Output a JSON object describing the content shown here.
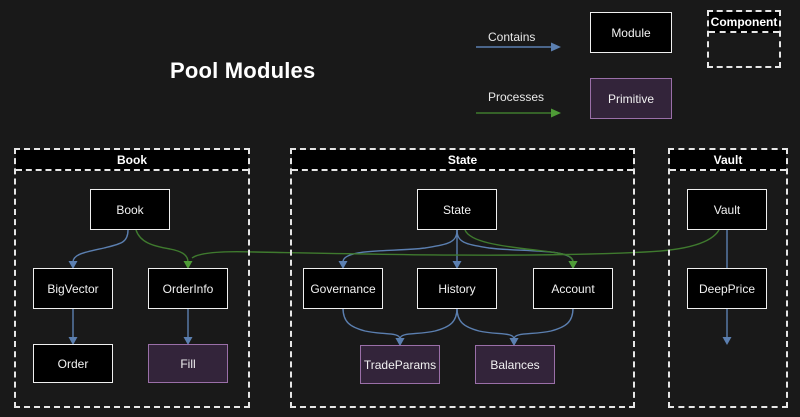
{
  "diagram": {
    "title": "Pool Modules",
    "background_color": "#191919"
  },
  "legend": {
    "edges": [
      {
        "label": "Contains",
        "color": "#5b7fb0",
        "kind": "contains-arrow-icon"
      },
      {
        "label": "Processes",
        "color": "#4e9b36",
        "kind": "processes-arrow-icon"
      }
    ],
    "shapes": [
      {
        "label": "Module",
        "type": "module",
        "fill": "#000000",
        "border": "#f0f0f0"
      },
      {
        "label": "Primitive",
        "type": "primitive",
        "fill": "#33243a",
        "border": "#9a6fa8"
      },
      {
        "label": "Component",
        "type": "component",
        "fill": "transparent",
        "border": "#e6e6e6"
      }
    ]
  },
  "components": [
    {
      "id": "book",
      "label": "Book",
      "nodes": [
        {
          "id": "book-node",
          "label": "Book",
          "type": "module"
        },
        {
          "id": "bigvector",
          "label": "BigVector",
          "type": "module"
        },
        {
          "id": "orderinfo",
          "label": "OrderInfo",
          "type": "module"
        },
        {
          "id": "order",
          "label": "Order",
          "type": "module"
        },
        {
          "id": "fill",
          "label": "Fill",
          "type": "primitive"
        }
      ]
    },
    {
      "id": "state",
      "label": "State",
      "nodes": [
        {
          "id": "state-node",
          "label": "State",
          "type": "module"
        },
        {
          "id": "governance",
          "label": "Governance",
          "type": "module"
        },
        {
          "id": "history",
          "label": "History",
          "type": "module"
        },
        {
          "id": "account",
          "label": "Account",
          "type": "module"
        },
        {
          "id": "tradeparams",
          "label": "TradeParams",
          "type": "primitive"
        },
        {
          "id": "balances",
          "label": "Balances",
          "type": "primitive"
        }
      ]
    },
    {
      "id": "vault",
      "label": "Vault",
      "nodes": [
        {
          "id": "vault-node",
          "label": "Vault",
          "type": "module"
        },
        {
          "id": "deepprice",
          "label": "DeepPrice",
          "type": "module"
        }
      ]
    }
  ],
  "edges": [
    {
      "from": "book-node",
      "to": "bigvector",
      "relation": "Contains"
    },
    {
      "from": "bigvector",
      "to": "order",
      "relation": "Contains"
    },
    {
      "from": "orderinfo",
      "to": "fill",
      "relation": "Contains"
    },
    {
      "from": "state-node",
      "to": "governance",
      "relation": "Contains"
    },
    {
      "from": "state-node",
      "to": "history",
      "relation": "Contains"
    },
    {
      "from": "state-node",
      "to": "account",
      "relation": "Contains"
    },
    {
      "from": "governance",
      "to": "tradeparams",
      "relation": "Contains"
    },
    {
      "from": "history",
      "to": "tradeparams",
      "relation": "Contains"
    },
    {
      "from": "history",
      "to": "balances",
      "relation": "Contains"
    },
    {
      "from": "account",
      "to": "balances",
      "relation": "Contains"
    },
    {
      "from": "vault-node",
      "to": "deepprice",
      "relation": "Contains"
    },
    {
      "from": "book-node",
      "to": "orderinfo",
      "relation": "Processes"
    },
    {
      "from": "state-node",
      "to": "account",
      "relation": "Processes"
    },
    {
      "from": "vault-node",
      "to": "orderinfo",
      "relation": "Processes"
    }
  ]
}
